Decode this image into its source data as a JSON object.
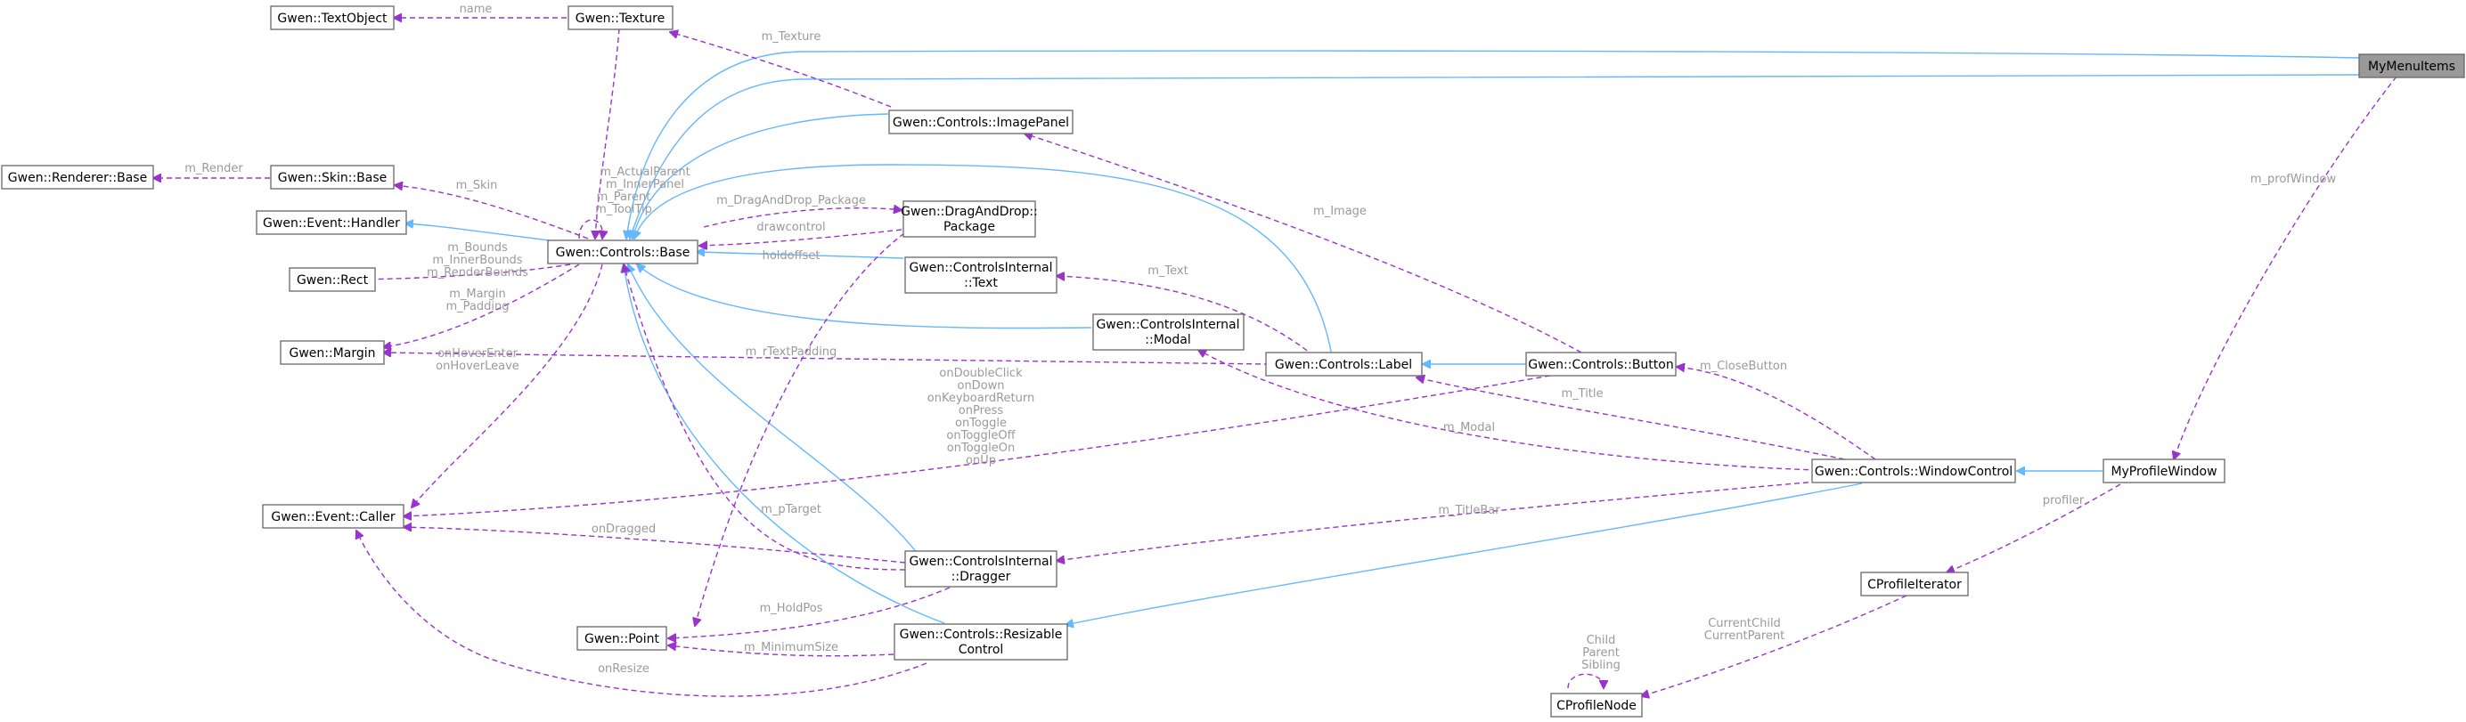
{
  "colors": {
    "inheritance": "#63B8FF",
    "usage": "#9A32CD",
    "label": "#9a9a9a",
    "node_border": "#666666",
    "root_fill": "#999999"
  },
  "nodes": {
    "my_menu_items": "MyMenuItems",
    "my_profile_window": "MyProfileWindow",
    "window_control": "Gwen::Controls::WindowControl",
    "button": "Gwen::Controls::Button",
    "label": "Gwen::Controls::Label",
    "modal_1": "Gwen::ControlsInternal",
    "modal_2": "::Modal",
    "text_1": "Gwen::ControlsInternal",
    "text_2": "::Text",
    "image_panel": "Gwen::Controls::ImagePanel",
    "dragdrop_1": "Gwen::DragAndDrop::",
    "dragdrop_2": "Package",
    "controls_base": "Gwen::Controls::Base",
    "texture": "Gwen::Texture",
    "text_object": "Gwen::TextObject",
    "skin_base": "Gwen::Skin::Base",
    "renderer_base": "Gwen::Renderer::Base",
    "event_handler": "Gwen::Event::Handler",
    "rect": "Gwen::Rect",
    "margin": "Gwen::Margin",
    "event_caller": "Gwen::Event::Caller",
    "dragger_1": "Gwen::ControlsInternal",
    "dragger_2": "::Dragger",
    "point": "Gwen::Point",
    "resizable_1": "Gwen::Controls::Resizable",
    "resizable_2": "Control",
    "profile_iterator": "CProfileIterator",
    "profile_node": "CProfileNode"
  },
  "edge_labels": {
    "m_prof_window": "m_profWindow",
    "profiler": "profiler",
    "current_child": "CurrentChild",
    "current_parent": "CurrentParent",
    "child": "Child",
    "parent": "Parent",
    "sibling": "Sibling",
    "m_close_button": "m_CloseButton",
    "m_title": "m_Title",
    "m_modal": "m_Modal",
    "m_title_bar": "m_TitleBar",
    "m_image": "m_Image",
    "m_text": "m_Text",
    "m_rtext_padding": "m_rTextPadding",
    "m_texture": "m_Texture",
    "name": "name",
    "m_render": "m_Render",
    "m_skin": "m_Skin",
    "m_actual_parent": "m_ActualParent",
    "m_inner_panel": "m_InnerPanel",
    "m_parent": "m_Parent",
    "m_tooltip": "m_ToolTip",
    "m_drag_and_drop_package": "m_DragAndDrop_Package",
    "drawcontrol": "drawcontrol",
    "holdoffset": "holdoffset",
    "m_bounds": "m_Bounds",
    "m_inner_bounds": "m_InnerBounds",
    "m_render_bounds": "m_RenderBounds",
    "m_margin": "m_Margin",
    "m_padding": "m_Padding",
    "on_hover_enter": "onHoverEnter",
    "on_hover_leave": "onHoverLeave",
    "on_double_click": "onDoubleClick",
    "on_down": "onDown",
    "on_keyboard_return": "onKeyboardReturn",
    "on_press": "onPress",
    "on_toggle": "onToggle",
    "on_toggle_off": "onToggleOff",
    "on_toggle_on": "onToggleOn",
    "on_up": "onUp",
    "on_dragged": "onDragged",
    "m_ptarget": "m_pTarget",
    "m_hold_pos": "m_HoldPos",
    "m_minimum_size": "m_MinimumSize",
    "on_resize": "onResize"
  }
}
